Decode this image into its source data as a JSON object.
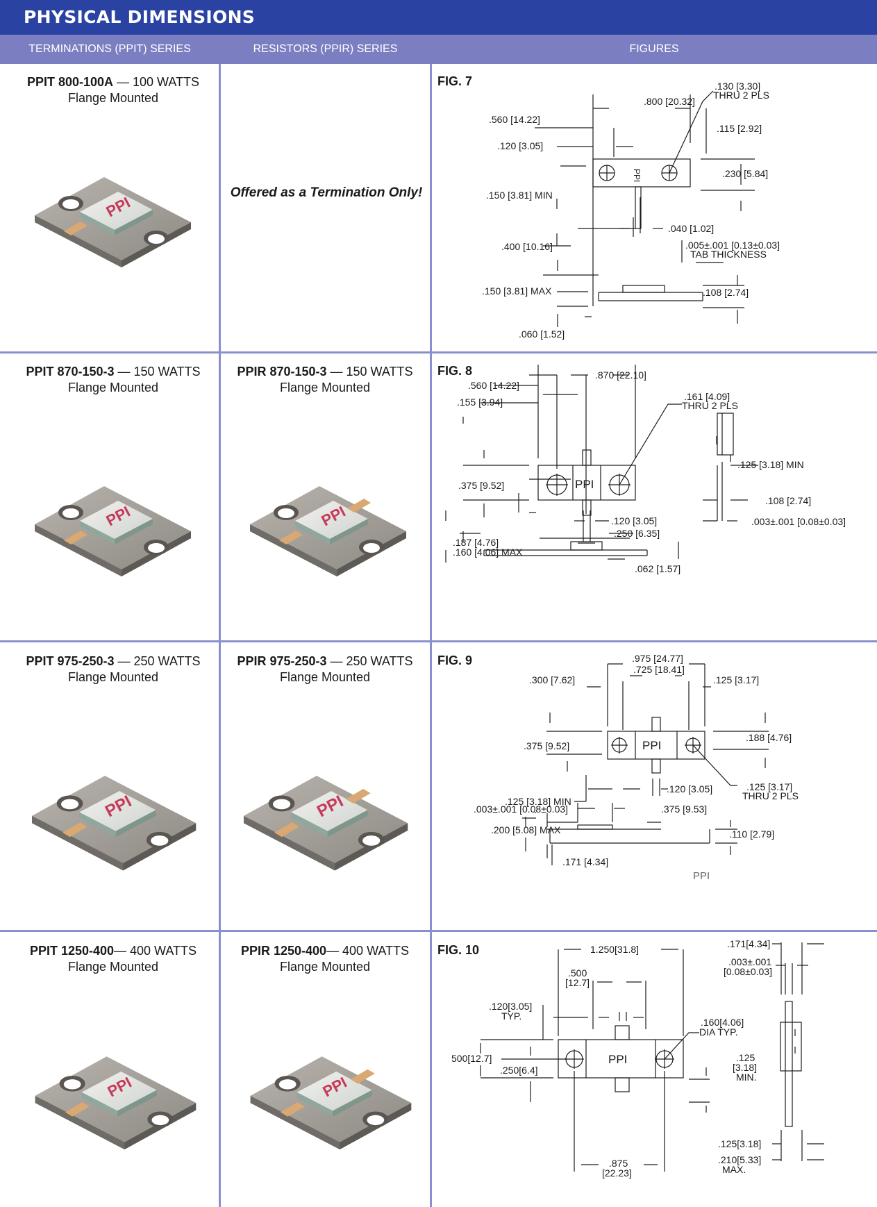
{
  "header": {
    "title": "PHYSICAL DIMENSIONS",
    "columns": [
      "TERMINATIONS (PPIT) SERIES",
      "RESISTORS (PPIR) SERIES",
      "FIGURES"
    ]
  },
  "rows": [
    {
      "ppit": {
        "part": "PPIT 800-100A",
        "rating": " — 100 WATTS",
        "mount": "Flange Mounted"
      },
      "ppir_note": "Offered as a Termination Only!",
      "figure": "FIG. 7",
      "dims": {
        "a": ".800 [20.32]",
        "b": ".130 [3.30]",
        "c": "THRU 2 PLS",
        "d": ".560 [14.22]",
        "e": ".115 [2.92]",
        "f": ".120 [3.05]",
        "g": ".230 [5.84]",
        "h": ".150 [3.81] MIN",
        "i": ".040 [1.02]",
        "j": ".400 [10.16]",
        "k": ".005±.001 [0.13±0.03]",
        "l": "TAB THICKNESS",
        "m": ".150 [3.81] MAX",
        "n": ".108 [2.74]",
        "o": ".060 [1.52]",
        "logo": "PPI"
      }
    },
    {
      "ppit": {
        "part": "PPIT 870-150-3",
        "rating": " — 150 WATTS",
        "mount": "Flange Mounted"
      },
      "ppir": {
        "part": "PPIR 870-150-3",
        "rating": " — 150 WATTS",
        "mount": "Flange Mounted"
      },
      "figure": "FIG. 8",
      "dims": {
        "a": ".870 [22.10]",
        "b": ".560 [14.22]",
        "c": ".161 [4.09]",
        "d": "THRU 2 PLS",
        "e": ".155 [3.94]",
        "f": ".375 [9.52]",
        "g": ".125 [3.18] MIN",
        "h": ".187 [4.76]",
        "i": ".120 [3.05]",
        "j": ".108 [2.74]",
        "k": ".250 [6.35]",
        "l": ".003±.001 [0.08±0.03]",
        "m": ".160 [4.06] MAX",
        "n": ".062 [1.57]",
        "logo": "PPI"
      }
    },
    {
      "ppit": {
        "part": "PPIT 975-250-3",
        "rating": " — 250 WATTS",
        "mount": "Flange Mounted"
      },
      "ppir": {
        "part": "PPIR 975-250-3",
        "rating": " — 250 WATTS",
        "mount": "Flange Mounted"
      },
      "figure": "FIG. 9",
      "dims": {
        "a": ".975 [24.77]",
        "b": ".725 [18.41]",
        "c": ".300 [7.62]",
        "d": ".125 [3.17]",
        "e": ".188 [4.76]",
        "f": ".375 [9.52]",
        "g": ".125 [3.17]",
        "h": "THRU 2 PLS",
        "i": ".125 [3.18] MIN",
        "j": ".120 [3.05]",
        "k": ".003±.001 [0.08±0.03]",
        "l": ".375 [9.53]",
        "m": ".200 [5.08] MAX",
        "n": ".110 [2.79]",
        "o": ".171 [4.34]",
        "logo": "PPI"
      }
    },
    {
      "ppit": {
        "part": "PPIT 1250-400",
        "rating": "— 400 WATTS",
        "mount": "Flange Mounted"
      },
      "ppir": {
        "part": "PPIR 1250-400",
        "rating": "— 400 WATTS",
        "mount": "Flange Mounted"
      },
      "figure": "FIG. 10",
      "dims": {
        "a": ".171[4.34]",
        "b": "1.250[31.8]",
        "c": ".003±.001",
        "d": "[0.08±0.03]",
        "e": ".500",
        "f": "[12.7]",
        "g": ".120[3.05]",
        "h": "TYP.",
        "i": ".160[4.06]",
        "j": "DIA TYP.",
        "k": "500[12.7]",
        "l": ".250[6.4]",
        "m": ".125",
        "n": "[3.18]",
        "o": "MIN.",
        "p": ".125[3.18]",
        "q": ".875",
        "r": "[22.23]",
        "s": ".210[5.33]",
        "t": "MAX.",
        "logo": "PPI"
      }
    }
  ],
  "footer_logo": "PPI",
  "product_logo": "PPI"
}
